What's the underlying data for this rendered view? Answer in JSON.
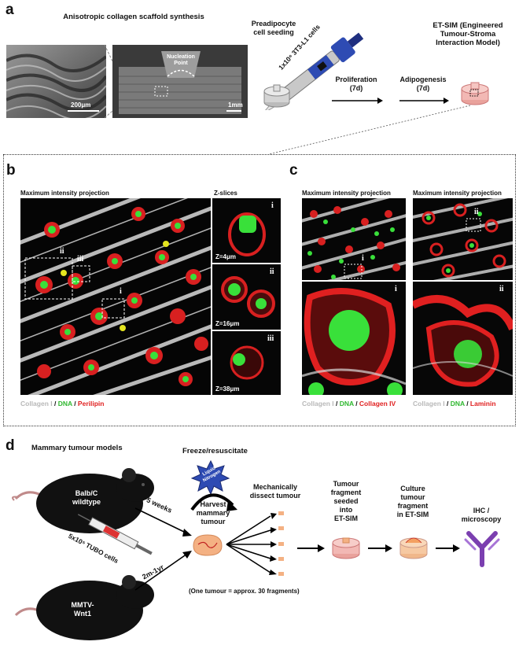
{
  "panels": {
    "a": "a",
    "b": "b",
    "c": "c",
    "d": "d"
  },
  "a": {
    "scaffold_title": "Anisotropic collagen scaffold synthesis",
    "nucleation": "Nucleation\nPoint",
    "scale_left": "200μm",
    "scale_right": "1mm",
    "seeding": "Preadipocyte\ncell seeding",
    "cells": "1x10⁶ 3T3-L1 cells",
    "proliferation": "Proliferation\n(7d)",
    "adipogenesis": "Adipogenesis\n(7d)",
    "etsim": "ET-SIM (Engineered\nTumour-Stroma\nInteraction Model)"
  },
  "b": {
    "mip_label": "Maximum intensity projection",
    "zslices_label": "Z-slices",
    "roi_ii": "ii",
    "roi_iii": "iii",
    "roi_i": "i",
    "z_i": "i",
    "z_ii": "ii",
    "z_iii": "iii",
    "z1": "Z=4μm",
    "z2": "Z=16μm",
    "z3": "Z=38μm",
    "legend": {
      "collagen": "Collagen I",
      "sep1": " / ",
      "dna": "DNA",
      "sep2": " / ",
      "stain": "Perilipin"
    }
  },
  "c": {
    "mip_left": "Maximum intensity projection",
    "mip_right": "Maximum intensity projection",
    "roi_left": "i",
    "roi_right": "ii",
    "zoom_left": "i",
    "zoom_right": "ii",
    "legend_left": {
      "collagen": "Collagen I",
      "sep1": " / ",
      "dna": "DNA",
      "sep2": " / ",
      "stain": "Collagen IV"
    },
    "legend_right": {
      "collagen": "Collagen I",
      "sep1": " / ",
      "dna": "DNA",
      "sep2": " / ",
      "stain": "Laminin"
    }
  },
  "d": {
    "models_title": "Mammary tumour models",
    "freeze": "Freeze/resuscitate",
    "liquid_nitrogen": "Liquid\nNitrogen",
    "mouse1": "Balb/C\nwildtype",
    "mouse2": "MMTV-\nWnt1",
    "injection": "5x10⁵ TUBO cells",
    "time1": "~5 weeks",
    "time2": "2m-1yr",
    "harvest": "Harvest\nmammary\ntumour",
    "dissect": "Mechanically\ndissect tumour",
    "note": "(One tumour = approx. 30 fragments)",
    "fragment": "Tumour\nfragment\nseeded\ninto\nET-SIM",
    "culture": "Culture\ntumour\nfragment\nin ET-SIM",
    "ihc": "IHC /\nmicroscopy"
  },
  "colors": {
    "red_signal": "#e02020",
    "green_signal": "#2fb82f",
    "collagen": "#d9d9d9",
    "antibody": "#7b3fb0",
    "tumour": "#f4b183",
    "etsim": "#f2b8b4"
  }
}
